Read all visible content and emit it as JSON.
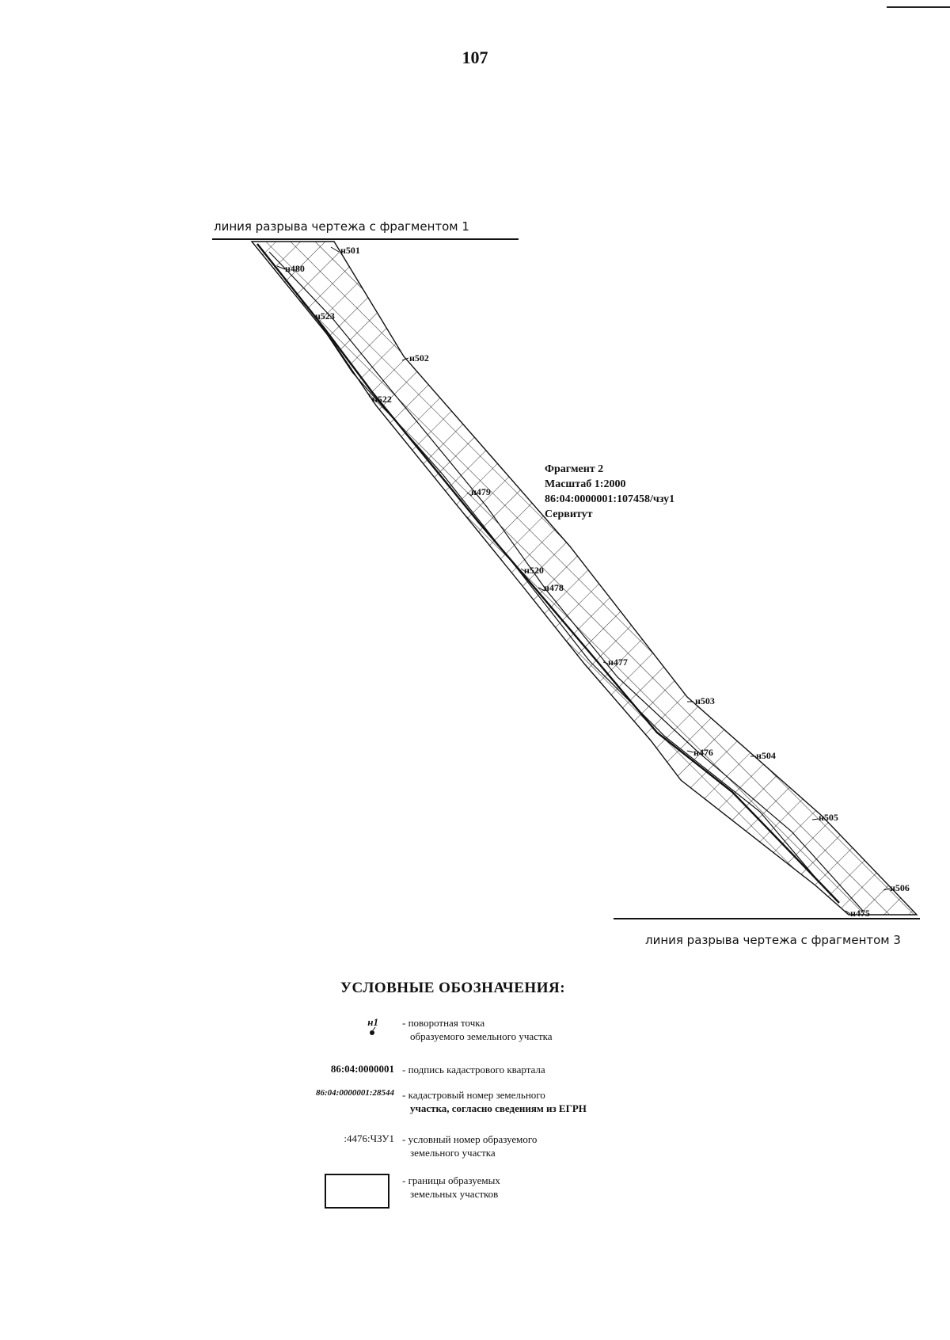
{
  "page": {
    "number": "107"
  },
  "map": {
    "break_line_top": "линия разрыва чертежа с фрагментом 1",
    "break_line_bottom": "линия разрыва чертежа с фрагментом 3",
    "fragment": {
      "title": "Фрагмент 2",
      "scale": "Масштаб 1:2000",
      "cadastral": "86:04:0000001:107458/чзу1",
      "type": "Сервитут"
    },
    "points": {
      "p501": "н501",
      "p480": "н480",
      "p523": "н523",
      "p502": "н502",
      "p522": "н522",
      "p479": "н479",
      "p520": "н520",
      "p478": "н478",
      "p477": "н477",
      "p503": "н503",
      "p476": "н476",
      "p504": "н504",
      "p505": "н505",
      "p506": "н506",
      "p475": "н475"
    }
  },
  "legend": {
    "title": "УСЛОВНЫЕ ОБОЗНАЧЕНИЯ:",
    "items": [
      {
        "symbol": "н1",
        "desc1": "- поворотная точка",
        "desc2": "образуемого земельного участка"
      },
      {
        "symbol": "86:04:0000001",
        "desc1": "- подпись кадастрового квартала",
        "desc2": ""
      },
      {
        "symbol": "86:04:0000001:28544",
        "desc1": "- кадастровый номер земельного",
        "desc2": "участка, согласно сведениям из ЕГРН"
      },
      {
        "symbol": ":4476:ЧЗУ1",
        "desc1": "- условный номер образуемого",
        "desc2": "земельного участка"
      },
      {
        "symbol": "",
        "desc1": "- границы образуемых",
        "desc2": "земельных участков"
      }
    ]
  }
}
